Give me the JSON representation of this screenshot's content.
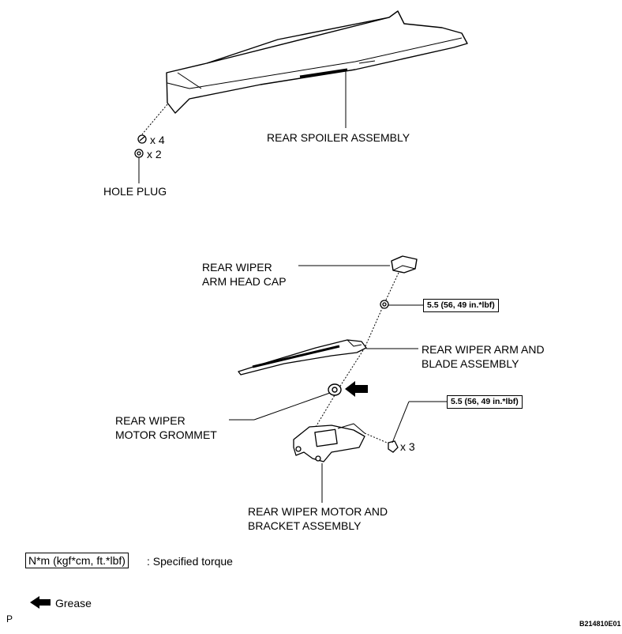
{
  "labels": {
    "rear_spoiler": "REAR SPOILER ASSEMBLY",
    "clip_count": "x 4",
    "plug_count": "x 2",
    "hole_plug": "HOLE PLUG",
    "arm_head_cap_line1": "REAR WIPER",
    "arm_head_cap_line2": "ARM HEAD CAP",
    "arm_blade_line1": "REAR WIPER ARM AND",
    "arm_blade_line2": "BLADE ASSEMBLY",
    "grommet_line1": "REAR WIPER",
    "grommet_line2": "MOTOR GROMMET",
    "motor_line1": "REAR WIPER MOTOR AND",
    "motor_line2": "BRACKET ASSEMBLY",
    "bolt_count": "x 3"
  },
  "torque": {
    "nut": "5.5 (56, 49 in.*lbf)",
    "bolts": "5.5 (56, 49 in.*lbf)"
  },
  "legend": {
    "torque_unit": "N*m (kgf*cm, ft.*lbf)",
    "torque_desc": ": Specified torque",
    "grease": "Grease"
  },
  "footer": {
    "left": "P",
    "code": "B214810E01"
  }
}
